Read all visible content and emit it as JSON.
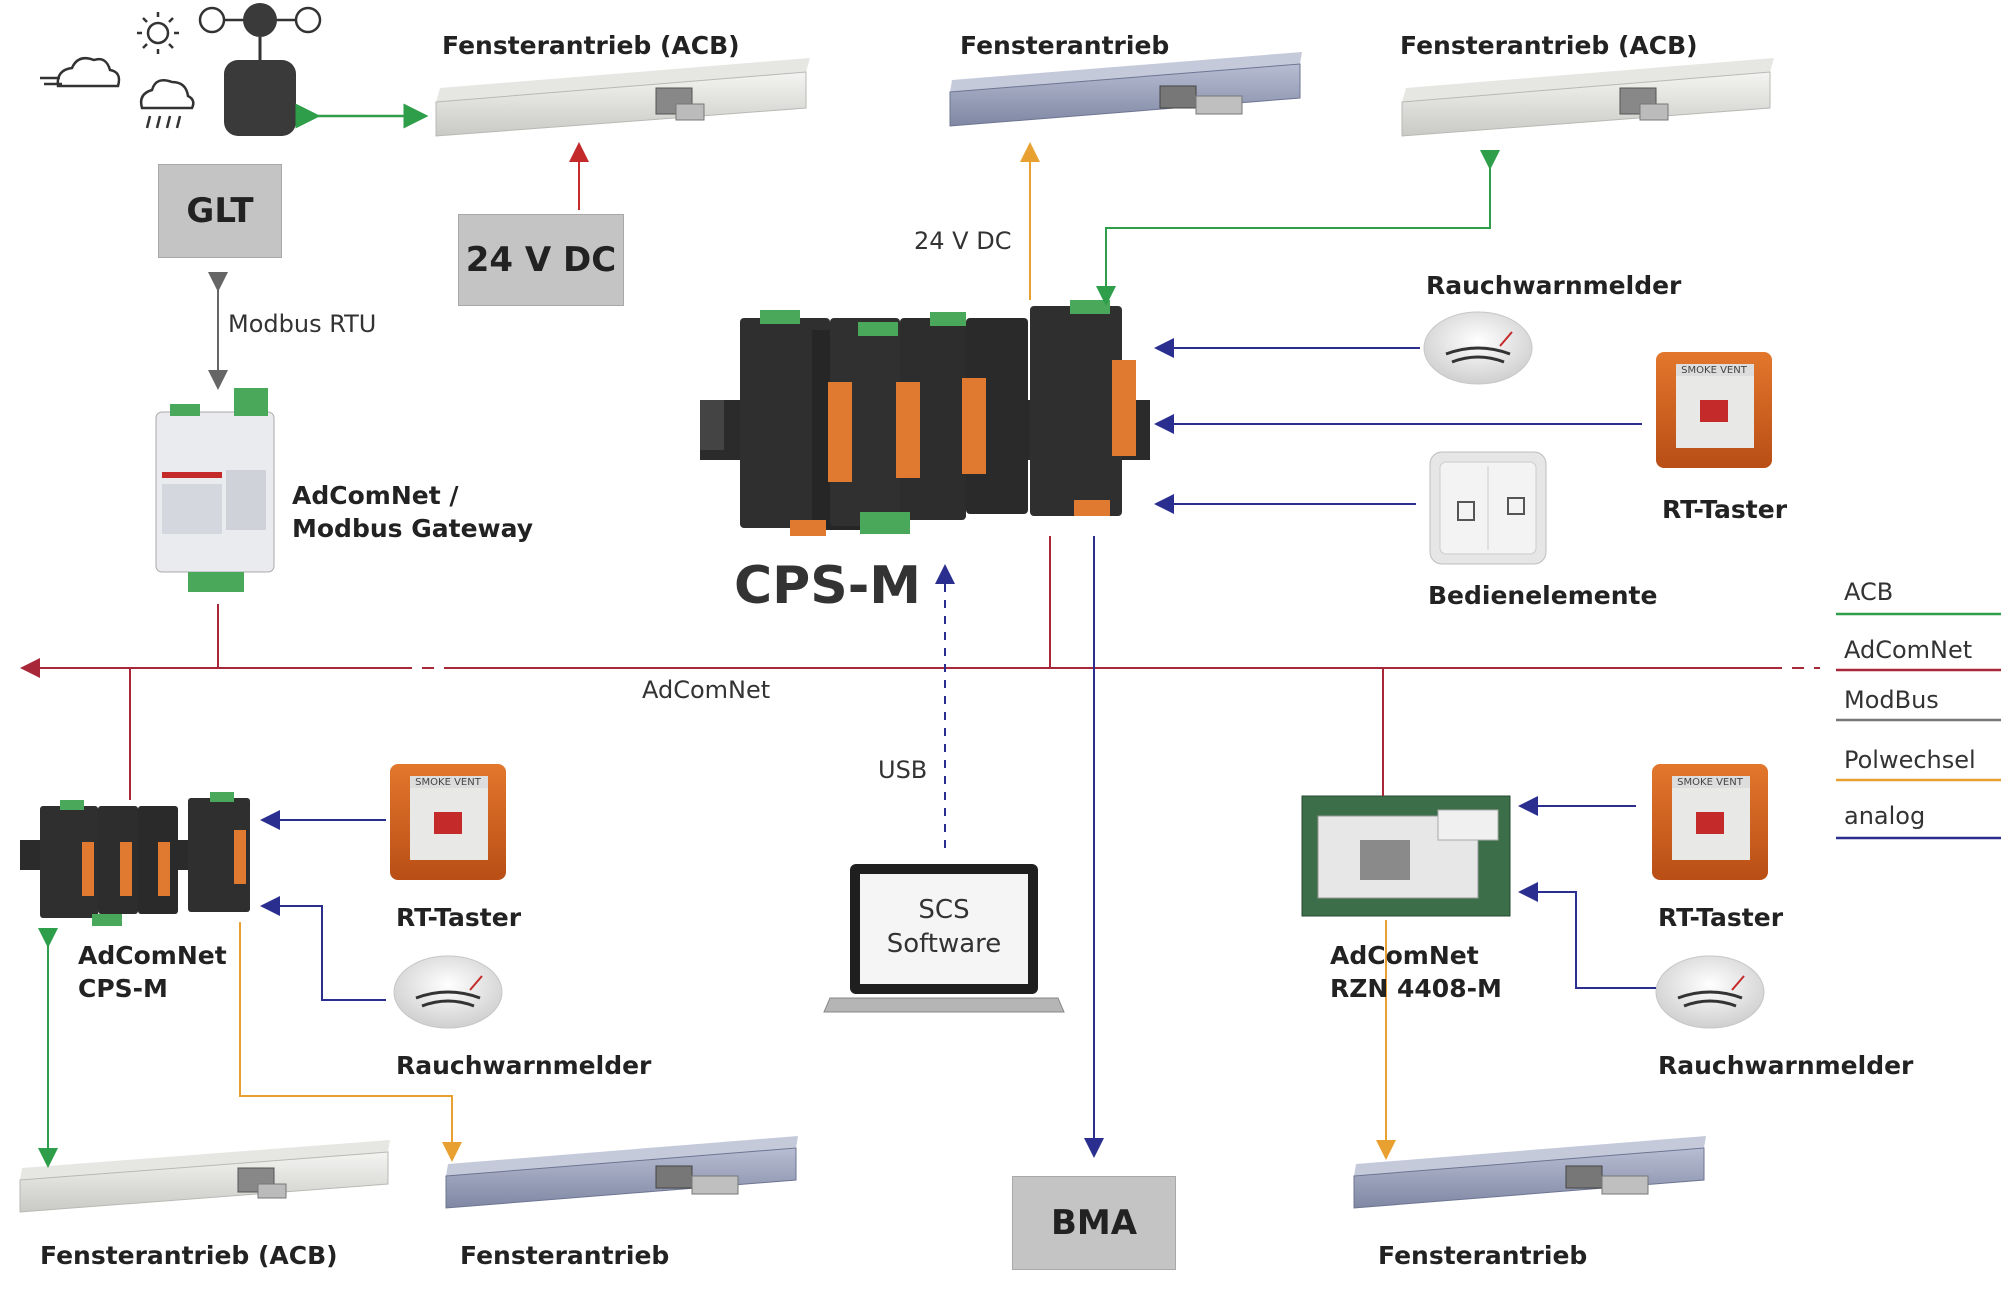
{
  "boxes": {
    "glt": "GLT",
    "dc24": "24 V DC",
    "bma": "BMA"
  },
  "main_label": "CPS-M",
  "labels": {
    "fa_acb_top_left": "Fensterantrieb (ACB)",
    "fa_top_mid": "Fensterantrieb",
    "fa_acb_top_right": "Fensterantrieb (ACB)",
    "modbus_rtu": "Modbus RTU",
    "dc24_line": "24 V DC",
    "rauchwarnmelder_top": "Rauchwarnmelder",
    "rt_taster_top": "RT-Taster",
    "bedienelemente": "Bedienelemente",
    "gateway": "AdComNet /\nModbus Gateway",
    "adcomnet_bus": "AdComNet",
    "usb": "USB",
    "rt_taster_left": "RT-Taster",
    "cps_m_left": "AdComNet\nCPS-M",
    "rauchwarnmelder_left": "Rauchwarnmelder",
    "rzn": "AdComNet\nRZN 4408-M",
    "rt_taster_right": "RT-Taster",
    "rauchwarnmelder_right": "Rauchwarnmelder",
    "fa_acb_bottom": "Fensterantrieb (ACB)",
    "fa_bottom_left": "Fensterantrieb",
    "fa_bottom_right": "Fensterantrieb"
  },
  "laptop": {
    "line1": "SCS",
    "line2": "Software"
  },
  "smoke_vent_text": "SMOKE VENT",
  "legend": [
    {
      "label": "ACB",
      "color": "#2e9e4a"
    },
    {
      "label": "AdComNet",
      "color": "#a8283a"
    },
    {
      "label": "ModBus",
      "color": "#777777"
    },
    {
      "label": "Polwechsel",
      "color": "#e8a030"
    },
    {
      "label": "analog",
      "color": "#2a2f8f"
    }
  ],
  "colors": {
    "acb": "#2e9e4a",
    "adcomnet": "#a8283a",
    "modbus": "#777777",
    "polwechsel": "#e8a030",
    "analog": "#2a2f8f",
    "dc_red": "#c42a2a"
  },
  "icons": [
    "cloud-wind-icon",
    "sun-icon",
    "rain-cloud-icon",
    "weather-station-icon"
  ]
}
